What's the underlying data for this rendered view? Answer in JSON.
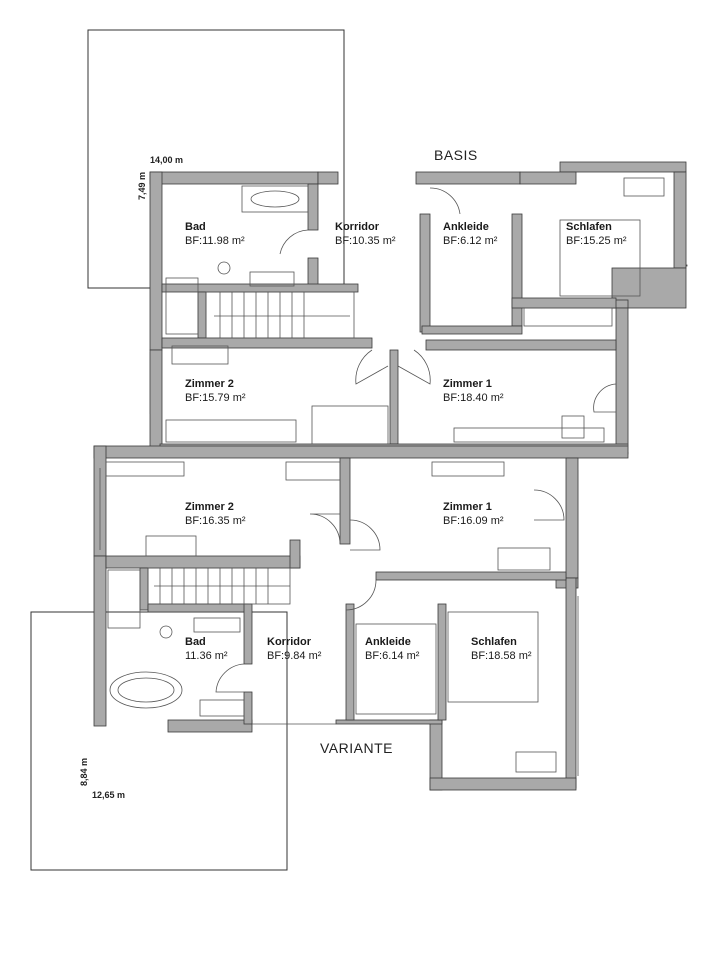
{
  "headings": {
    "basis": "BASIS",
    "variante": "VARIANTE"
  },
  "dimensions": {
    "basis_width": "14,00 m",
    "basis_depth": "7,49 m",
    "variante_width": "12,65 m",
    "variante_depth": "8,84 m"
  },
  "area_prefix": "BF:",
  "area_unit": "m²",
  "basis_rooms": [
    {
      "name": "Bad",
      "area": "BF:11.98 m²"
    },
    {
      "name": "Korridor",
      "area": "BF:10.35 m²"
    },
    {
      "name": "Ankleide",
      "area": "BF:6.12 m²"
    },
    {
      "name": "Schlafen",
      "area": "BF:15.25 m²"
    },
    {
      "name": "Zimmer 2",
      "area": "BF:15.79 m²"
    },
    {
      "name": "Zimmer 1",
      "area": "BF:18.40 m²"
    }
  ],
  "variante_rooms": [
    {
      "name": "Zimmer 2",
      "area": "BF:16.35 m²"
    },
    {
      "name": "Zimmer 1",
      "area": "BF:16.09 m²"
    },
    {
      "name": "Bad",
      "area": "11.36 m²"
    },
    {
      "name": "Korridor",
      "area": "BF:9.84 m²"
    },
    {
      "name": "Ankleide",
      "area": "BF:6.14 m²"
    },
    {
      "name": "Schlafen",
      "area": "BF:18.58 m²"
    }
  ],
  "colors": {
    "wall": "#a9a9a9",
    "wall_edge": "#3a3a3a",
    "line": "#555555"
  }
}
